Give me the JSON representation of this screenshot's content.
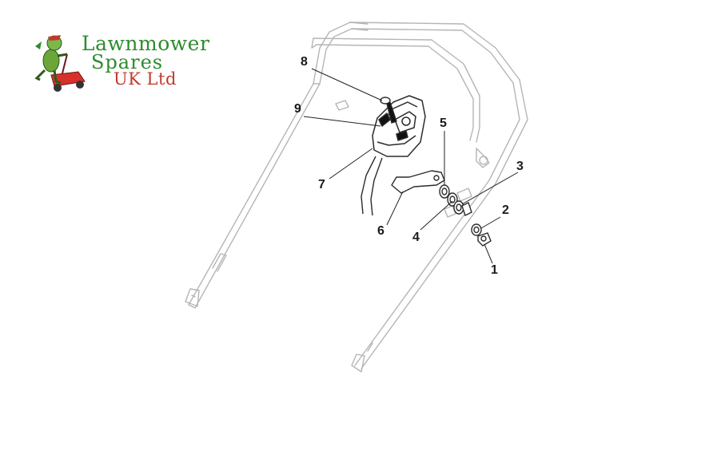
{
  "logo": {
    "line1": "Lawnmower",
    "line2": "Spares",
    "line3": "UK Ltd"
  },
  "callouts": [
    "1",
    "2",
    "3",
    "4",
    "5",
    "6",
    "7",
    "8",
    "9"
  ],
  "colors": {
    "frame_stroke": "#b5b5b5",
    "part_stroke": "#2b2b2b",
    "leader": "#222222",
    "logo_green": "#2e8b2e",
    "logo_red": "#c0392b"
  }
}
